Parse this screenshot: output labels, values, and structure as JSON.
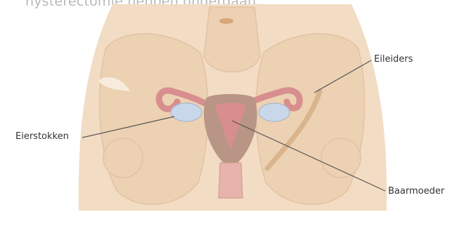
{
  "caption": "hysterectomie hebben ondergaan.",
  "labels": {
    "fallopian_tubes": "Eileiders",
    "ovaries": "Eierstokken",
    "uterus": "Baarmoeder"
  },
  "colors": {
    "skin": "#f3dcc4",
    "bone": "#ecd1b3",
    "uterus": "#d88e8e",
    "uterus_wall": "#b89584",
    "ovary": "#c9d7ea",
    "cervix": "#e7b3ac",
    "leader_line": "#555555"
  }
}
